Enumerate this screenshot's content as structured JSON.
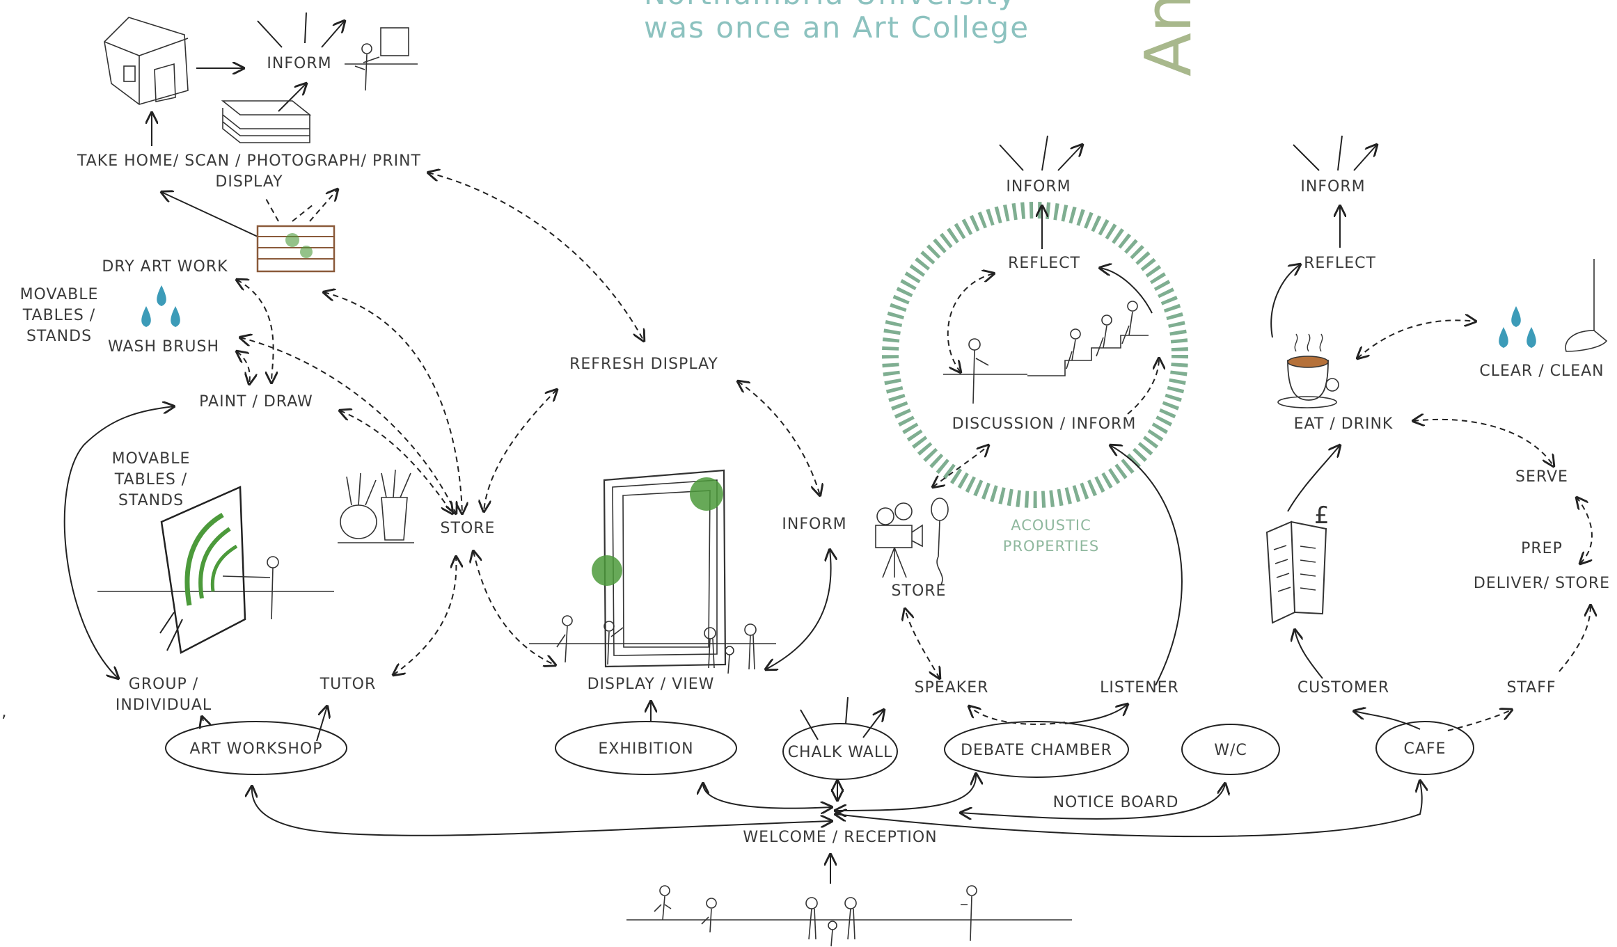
{
  "header": {
    "line1": "Northumbria University",
    "line2": "was once an Art College",
    "side_word": "An"
  },
  "colors": {
    "accent_teal": "#8cc2bf",
    "accent_olive": "#a8b88c",
    "acoustic_ring": "#7fae91",
    "ink": "#222222",
    "water": "#3c9bb8",
    "foliage": "#4c9a3b"
  },
  "labels": {
    "welcome": "WELCOME / RECEPTION",
    "notice_board": "NOTICE BOARD",
    "art_workshop": "ART WORKSHOP",
    "group_individual_1": "GROUP /",
    "group_individual_2": "INDIVIDUAL",
    "tutor": "TUTOR",
    "paint_draw": "PAINT / DRAW",
    "movable_left_1": "MOVABLE",
    "movable_left_2": "TABLES /",
    "movable_left_3": "STANDS",
    "movable_mid_1": "MOVABLE",
    "movable_mid_2": "TABLES /",
    "movable_mid_3": "STANDS",
    "wash_brush": "WASH BRUSH",
    "dry_art_work": "DRY ART WORK",
    "take_home": "TAKE HOME/ SCAN / PHOTOGRAPH/ PRINT",
    "display": "DISPLAY",
    "inform_top_left": "INFORM",
    "store_left": "STORE",
    "refresh_display": "REFRESH DISPLAY",
    "inform_mid": "INFORM",
    "display_view": "DISPLAY / VIEW",
    "exhibition": "EXHIBITION",
    "chalk_wall": "CHALK WALL",
    "debate_chamber": "DEBATE CHAMBER",
    "speaker": "SPEAKER",
    "listener": "LISTENER",
    "store_debate": "STORE",
    "discussion_inform": "DISCUSSION / INFORM",
    "reflect_debate": "REFLECT",
    "inform_debate": "INFORM",
    "acoustic_1": "ACOUSTIC",
    "acoustic_2": "PROPERTIES",
    "wc": "W/C",
    "cafe": "CAFE",
    "customer": "CUSTOMER",
    "staff": "STAFF",
    "eat_drink": "EAT / DRINK",
    "reflect_cafe": "REFLECT",
    "inform_cafe": "INFORM",
    "clear_clean": "CLEAR / CLEAN",
    "serve": "SERVE",
    "prep": "PREP",
    "deliver_store": "DELIVER/ STORE",
    "pound_sign": "£",
    "stray_comma": ","
  },
  "icons": [
    "house-icon",
    "arrows-burst-icon",
    "person-at-board-icon",
    "paper-stack-icon",
    "drying-rack-icon",
    "water-drops-icon",
    "easel-painting-icon",
    "plant-pots-icon",
    "display-frame-icon",
    "people-group-icon",
    "camera-icon",
    "microphone-icon",
    "audience-steps-icon",
    "coffee-cup-icon",
    "menu-card-icon",
    "mop-icon"
  ]
}
